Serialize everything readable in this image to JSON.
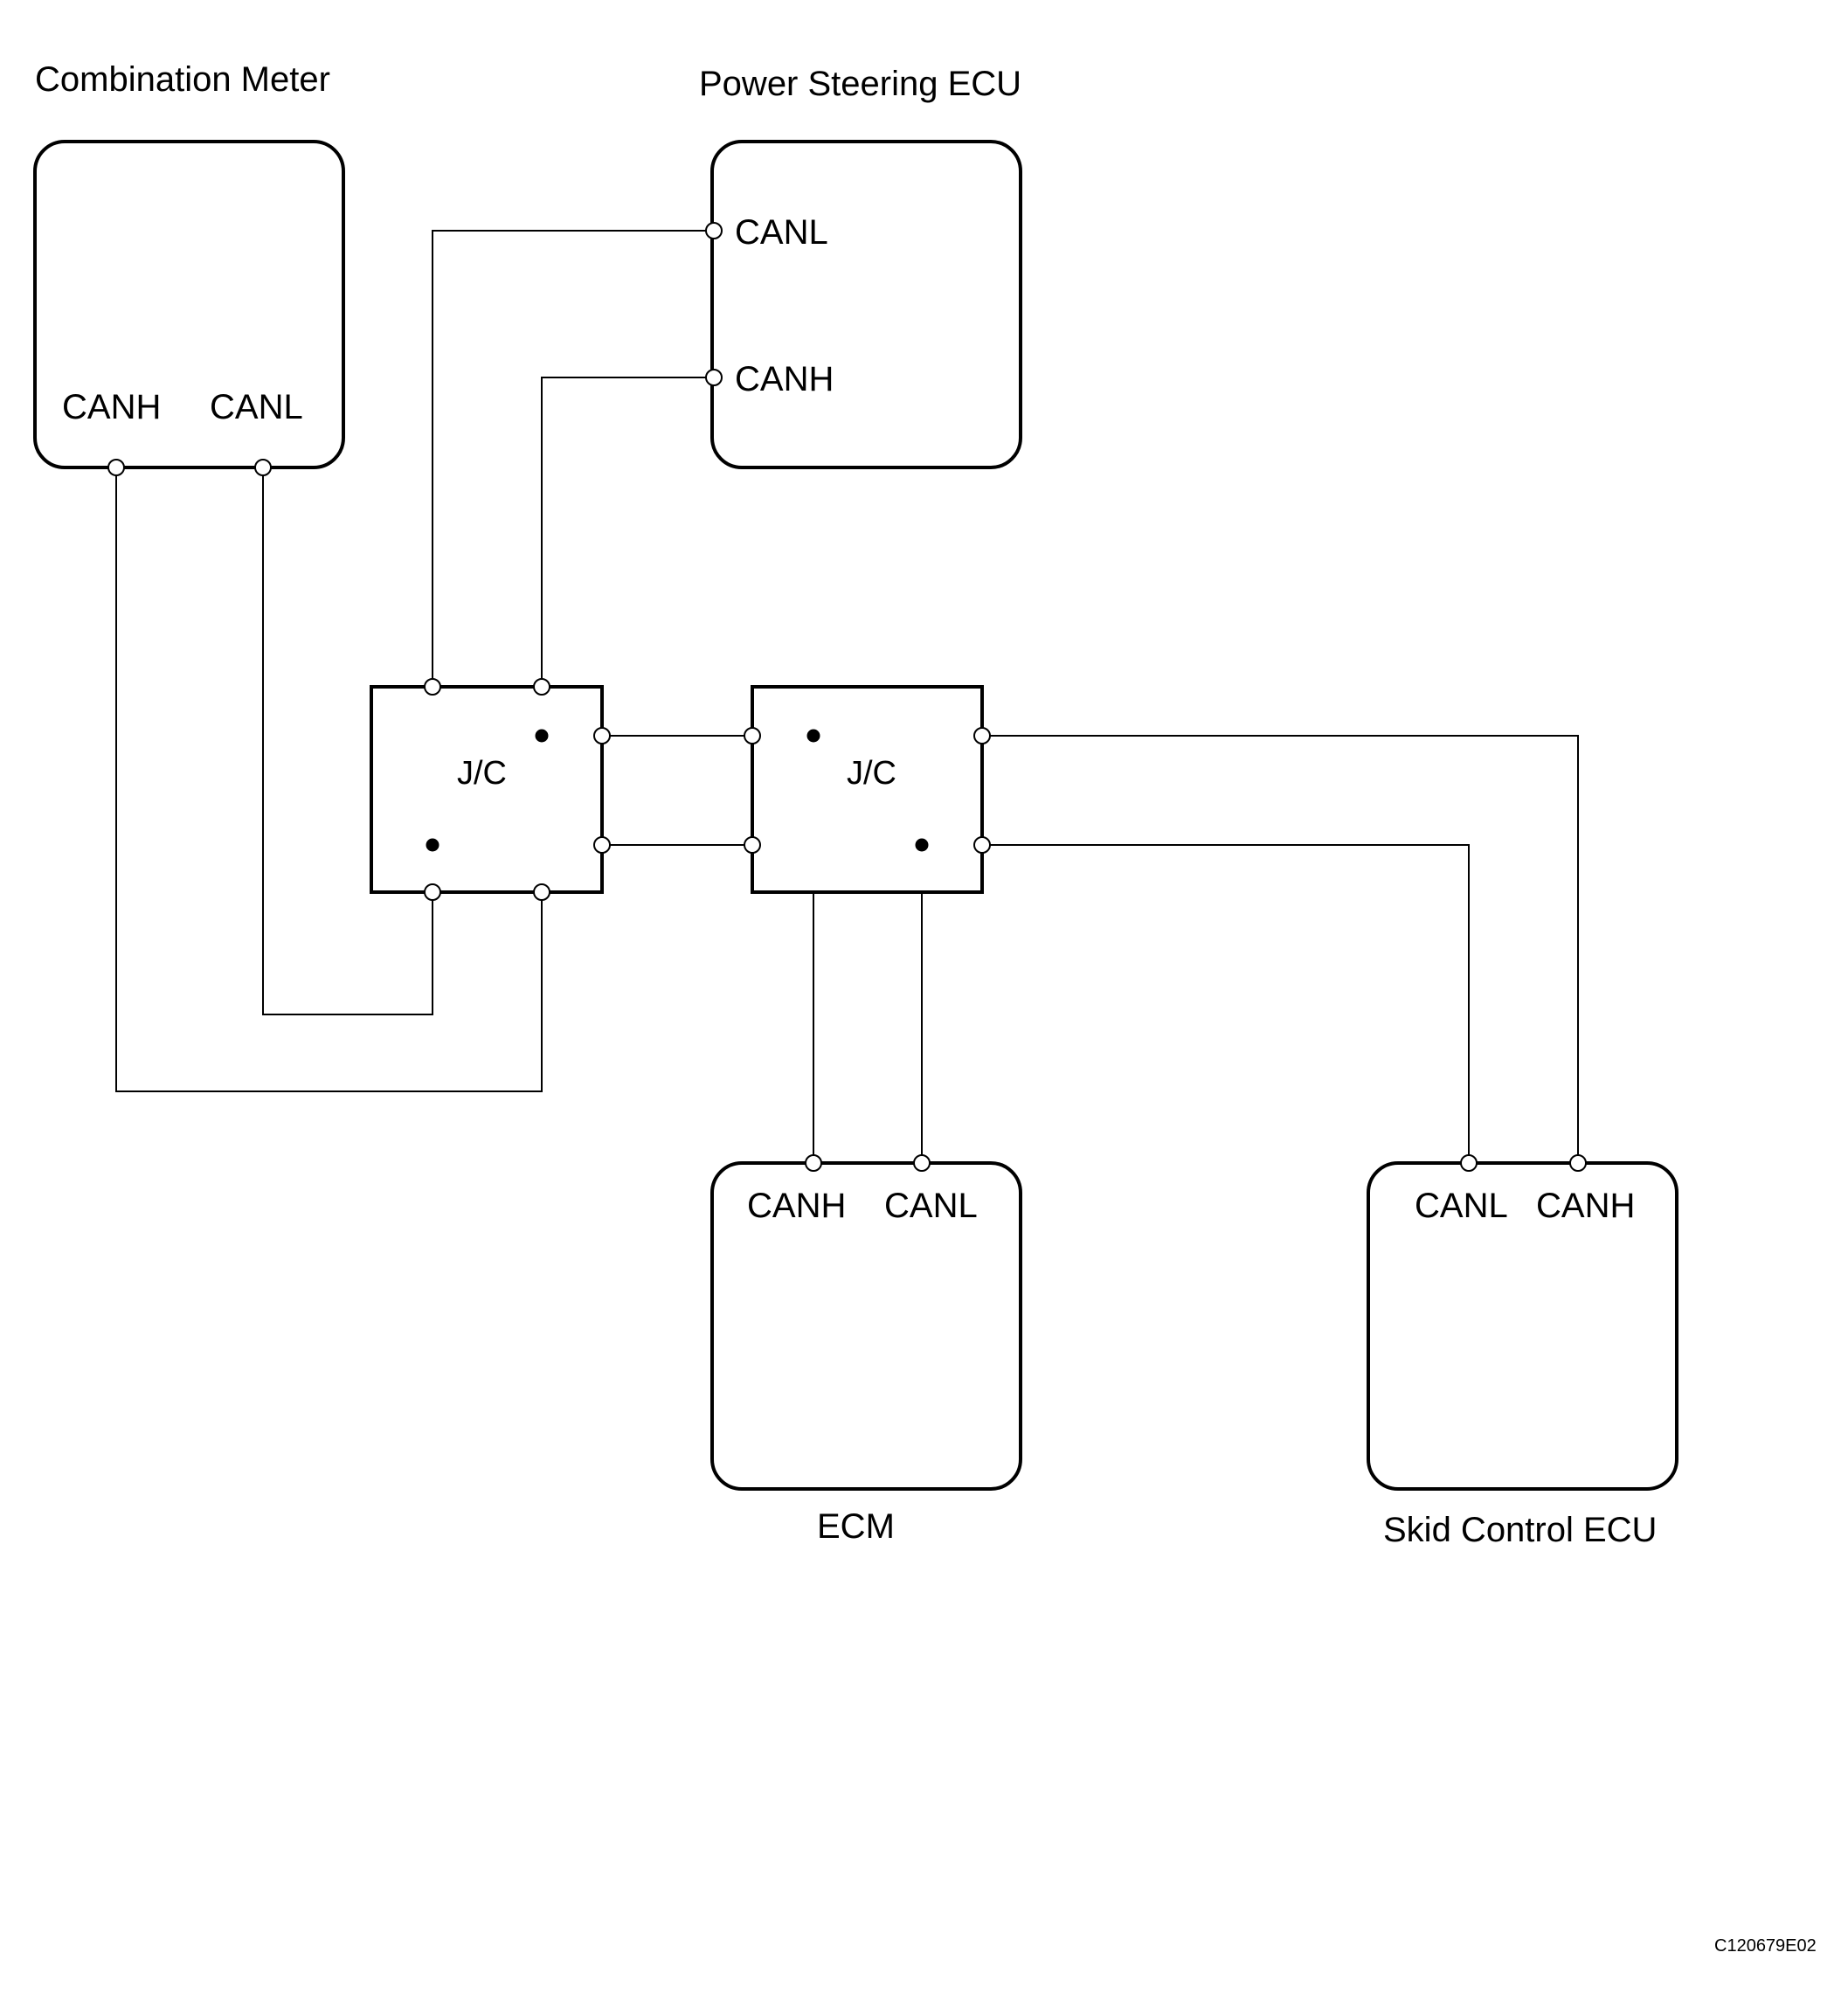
{
  "figure_id": "C120679E02",
  "ecus": {
    "combination_meter": {
      "title": "Combination Meter",
      "pin_a": "CANH",
      "pin_b": "CANL"
    },
    "power_steering_ecu": {
      "title": "Power Steering ECU",
      "pin_a": "CANL",
      "pin_b": "CANH"
    },
    "ecm": {
      "title": "ECM",
      "pin_a": "CANH",
      "pin_b": "CANL"
    },
    "skid_control_ecu": {
      "title": "Skid Control ECU",
      "pin_a": "CANL",
      "pin_b": "CANH"
    }
  },
  "junction_connectors": {
    "left": "J/C",
    "right": "J/C"
  }
}
